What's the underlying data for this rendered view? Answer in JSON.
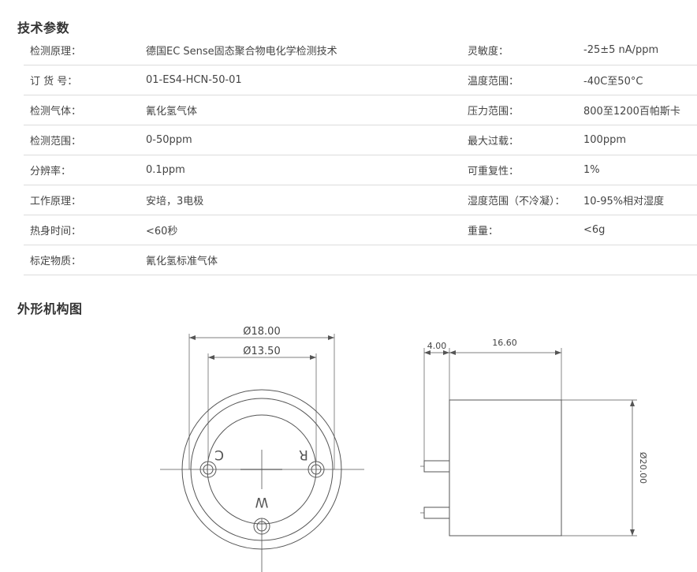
{
  "section1_title": "技术参数",
  "section2_title": "外形机构图",
  "specs": [
    {
      "label1": "检测原理：",
      "value1": "德国EC Sense固态聚合物电化学检测技术",
      "label2": "灵敏度：",
      "value2": "-25±5 nA/ppm"
    },
    {
      "label1": "订 货 号：",
      "value1": "01-ES4-HCN-50-01",
      "label2": "温度范围：",
      "value2": "-40C至50°C"
    },
    {
      "label1": "检测气体：",
      "value1": "氰化氢气体",
      "label2": "压力范围：",
      "value2": "800至1200百帕斯卡"
    },
    {
      "label1": "检测范围：",
      "value1": "0-50ppm",
      "label2": "最大过载：",
      "value2": "100ppm"
    },
    {
      "label1": "分辨率：",
      "value1": "0.1ppm",
      "label2": "可重复性：",
      "value2": "1%"
    },
    {
      "label1": "工作原理：",
      "value1": "安培，3电极",
      "label2": "湿度范围（不冷凝）：",
      "value2": "10-95%相对湿度"
    },
    {
      "label1": "热身时间：",
      "value1": "<60秒",
      "label2": "重量：",
      "value2": "<6g"
    },
    {
      "label1": "标定物质：",
      "value1": "氰化氢标准气体",
      "label2": "",
      "value2": ""
    }
  ],
  "drawing": {
    "dim_outer_diameter": "Ø18.00",
    "dim_inner_diameter": "Ø13.50",
    "pin_c": "C",
    "pin_r": "R",
    "pin_w": "W",
    "dim_pin_length": "4.00",
    "dim_body_length": "16.60",
    "dim_body_diameter": "Ø20.00"
  }
}
